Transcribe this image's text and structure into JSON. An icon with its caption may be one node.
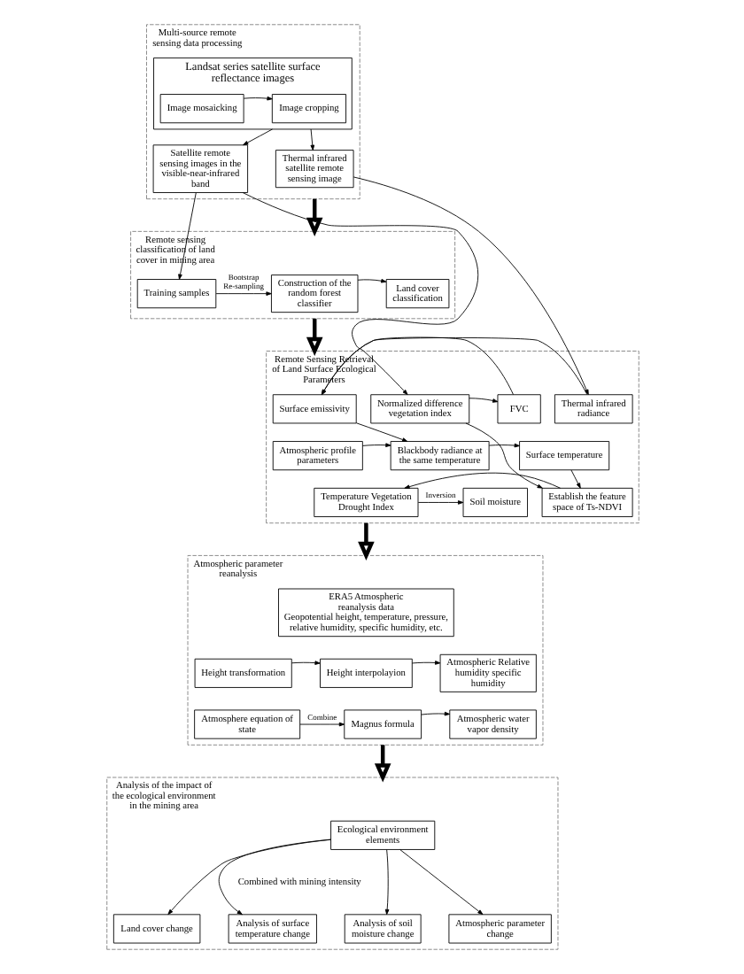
{
  "diagram": {
    "nodes": [
      {
        "text": [
          "Multi-source remote sensing data processing"
        ]
      },
      {
        "text": [
          "Landsat series satellite surface reflectance images"
        ],
        "in": 0
      },
      {
        "text": [
          "Image mosaicking"
        ],
        "in": 1
      },
      {
        "text": [
          "Image cropping"
        ],
        "in": 1
      },
      {
        "text": [
          "Satellite remote sensing images in the visible-near-infrared band"
        ],
        "in": 0
      },
      {
        "text": [
          "Thermal infrared satellite remote sensing image"
        ],
        "in": 0
      },
      {
        "text": [
          "Remote sensing classification of land cover in mining area"
        ]
      },
      {
        "text": [
          "Training samples"
        ],
        "in": 6
      },
      {
        "text": [
          "Construction of the random forest classifier"
        ],
        "in": 6
      },
      {
        "text": [
          "Land cover classification"
        ],
        "in": 6
      },
      {
        "text": [
          "Remote Sensing Retrieval of Land Surface Ecological Parameters"
        ]
      },
      {
        "text": [
          "Normalized difference vegetation index"
        ],
        "in": 10
      },
      {
        "text": [
          "FVC"
        ],
        "in": 10
      },
      {
        "text": [
          "Surface emissivity"
        ],
        "in": 10
      },
      {
        "text": [
          "Thermal infrared radiance"
        ],
        "in": 10
      },
      {
        "text": [
          "Atmospheric profile parameters"
        ],
        "in": 10
      },
      {
        "text": [
          "Blackbody radiance at the same temperature"
        ],
        "in": 10
      },
      {
        "text": [
          "Surface temperature"
        ],
        "in": 10
      },
      {
        "text": [
          "Establish the feature space of Ts-NDVI"
        ],
        "in": 10
      },
      {
        "text": [
          "Temperature Vegetation Drought Index"
        ],
        "in": 10
      },
      {
        "text": [
          "Soil moisture"
        ],
        "in": 10
      },
      {
        "text": [
          "Atmospheric parameter reanalysis"
        ]
      },
      {
        "text": [
          "ERA5 Atmospheric reanalysis data",
          "Geopotential height, temperature, pressure, relative humidity, specific humidity, etc."
        ],
        "in": 21
      },
      {
        "text": [
          "Height transformation"
        ],
        "in": 21
      },
      {
        "text": [
          "Height interpolayion"
        ],
        "in": 21
      },
      {
        "text": [
          "Atmospheric Relative humidity specific humidity"
        ],
        "in": 21
      },
      {
        "text": [
          "Atmosphere equation of state"
        ],
        "in": 21
      },
      {
        "text": [
          "Magnus formula"
        ],
        "in": 21
      },
      {
        "text": [
          "Atmospheric water vapor density"
        ],
        "in": 21
      },
      {
        "text": [
          "Analysis of the impact of the ecological environment in the mining area"
        ]
      },
      {
        "text": [
          "Ecological environment elements"
        ],
        "in": 29
      },
      {
        "text": [
          "Land cover change"
        ],
        "in": 29
      },
      {
        "text": [
          "Analysis of surface temperature change"
        ],
        "in": 29
      },
      {
        "text": [
          "Analysis of soil moisture change"
        ],
        "in": 29
      },
      {
        "text": [
          "Atmospheric parameter change"
        ],
        "in": 29
      }
    ],
    "edges": [
      {
        "from": 2,
        "to": 3,
        "arrow": "to"
      },
      {
        "from": 1,
        "to": 4,
        "arrow": "to"
      },
      {
        "from": 1,
        "to": 5,
        "arrow": "to"
      },
      {
        "from": 0,
        "to": 6,
        "arrow": "to",
        "style": "thick"
      },
      {
        "from": 4,
        "to": 7,
        "arrow": "to"
      },
      {
        "from": 7,
        "to": 8,
        "arrow": "to",
        "label": "Bootstrap Re-sampling"
      },
      {
        "from": 8,
        "to": 9,
        "arrow": "to"
      },
      {
        "from": 6,
        "to": 10,
        "arrow": "to",
        "style": "thick"
      },
      {
        "from": 4,
        "to": 11,
        "arrow": "to"
      },
      {
        "from": 5,
        "to": 14,
        "arrow": "to"
      },
      {
        "from": 11,
        "to": 12,
        "arrow": "to"
      },
      {
        "from": 12,
        "to": 13,
        "arrow": "to"
      },
      {
        "from": 14,
        "to": 13,
        "arrow": "to"
      },
      {
        "from": 13,
        "to": 16,
        "arrow": "to"
      },
      {
        "from": 15,
        "to": 16,
        "arrow": "to"
      },
      {
        "from": 16,
        "to": 17,
        "arrow": "to"
      },
      {
        "from": 11,
        "to": 18,
        "arrow": "to"
      },
      {
        "from": 17,
        "to": 18,
        "arrow": "to"
      },
      {
        "from": 18,
        "to": 19,
        "arrow": "to"
      },
      {
        "from": 19,
        "to": 20,
        "arrow": "to",
        "label": "Inversion"
      },
      {
        "from": 10,
        "to": 21,
        "arrow": "to",
        "style": "thick"
      },
      {
        "from": 23,
        "to": 24,
        "arrow": "to"
      },
      {
        "from": 24,
        "to": 25,
        "arrow": "to"
      },
      {
        "from": 26,
        "to": 27,
        "arrow": "to",
        "label": "Combine"
      },
      {
        "from": 27,
        "to": 28,
        "arrow": "to"
      },
      {
        "from": 21,
        "to": 29,
        "arrow": "to",
        "style": "thick"
      },
      {
        "from": 30,
        "to": 31,
        "arrow": "to"
      },
      {
        "from": 30,
        "to": 32,
        "arrow": "to"
      },
      {
        "from": 30,
        "to": 33,
        "arrow": "to"
      },
      {
        "from": 30,
        "to": 34,
        "arrow": "to"
      }
    ],
    "labels": [
      "Combined with mining intensity"
    ]
  }
}
